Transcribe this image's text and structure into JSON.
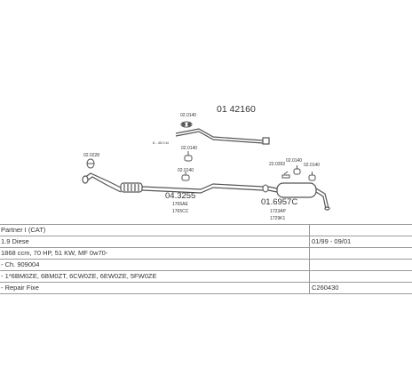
{
  "diagram": {
    "assembly_number": "01 42160",
    "parts": [
      {
        "code": "02.0140"
      },
      {
        "code": "02.0140"
      },
      {
        "code": "02.0228"
      },
      {
        "code": "02.0140"
      },
      {
        "code": "22.0393"
      },
      {
        "code": "02.0140"
      },
      {
        "code": "02.0140"
      },
      {
        "code": "04.3255",
        "notes": [
          "1765AE",
          "1765CC"
        ]
      },
      {
        "code": "01.6957C",
        "notes": [
          "1723AP",
          "1729K1"
        ]
      }
    ],
    "small_label": "8 - 45.0 kt"
  },
  "info_rows": [
    {
      "left": "Partner I (CAT)",
      "right": ""
    },
    {
      "left": "1.9 Diese",
      "right": "01/99 - 09/01"
    },
    {
      "left": "1868 ccm, 70 HP, 51 KW, MF 0w70-",
      "right": ""
    },
    {
      "left": "- Ch. 909004",
      "right": ""
    },
    {
      "left": "- 1*6BM0ZE, 6BM0ZT, 6CW0ZE, 6EW0ZE, 5FW0ZE",
      "right": ""
    },
    {
      "left": "- Repair Fixe",
      "right": "C260430"
    }
  ],
  "colors": {
    "line": "#555555",
    "border": "#9a9a9a"
  }
}
